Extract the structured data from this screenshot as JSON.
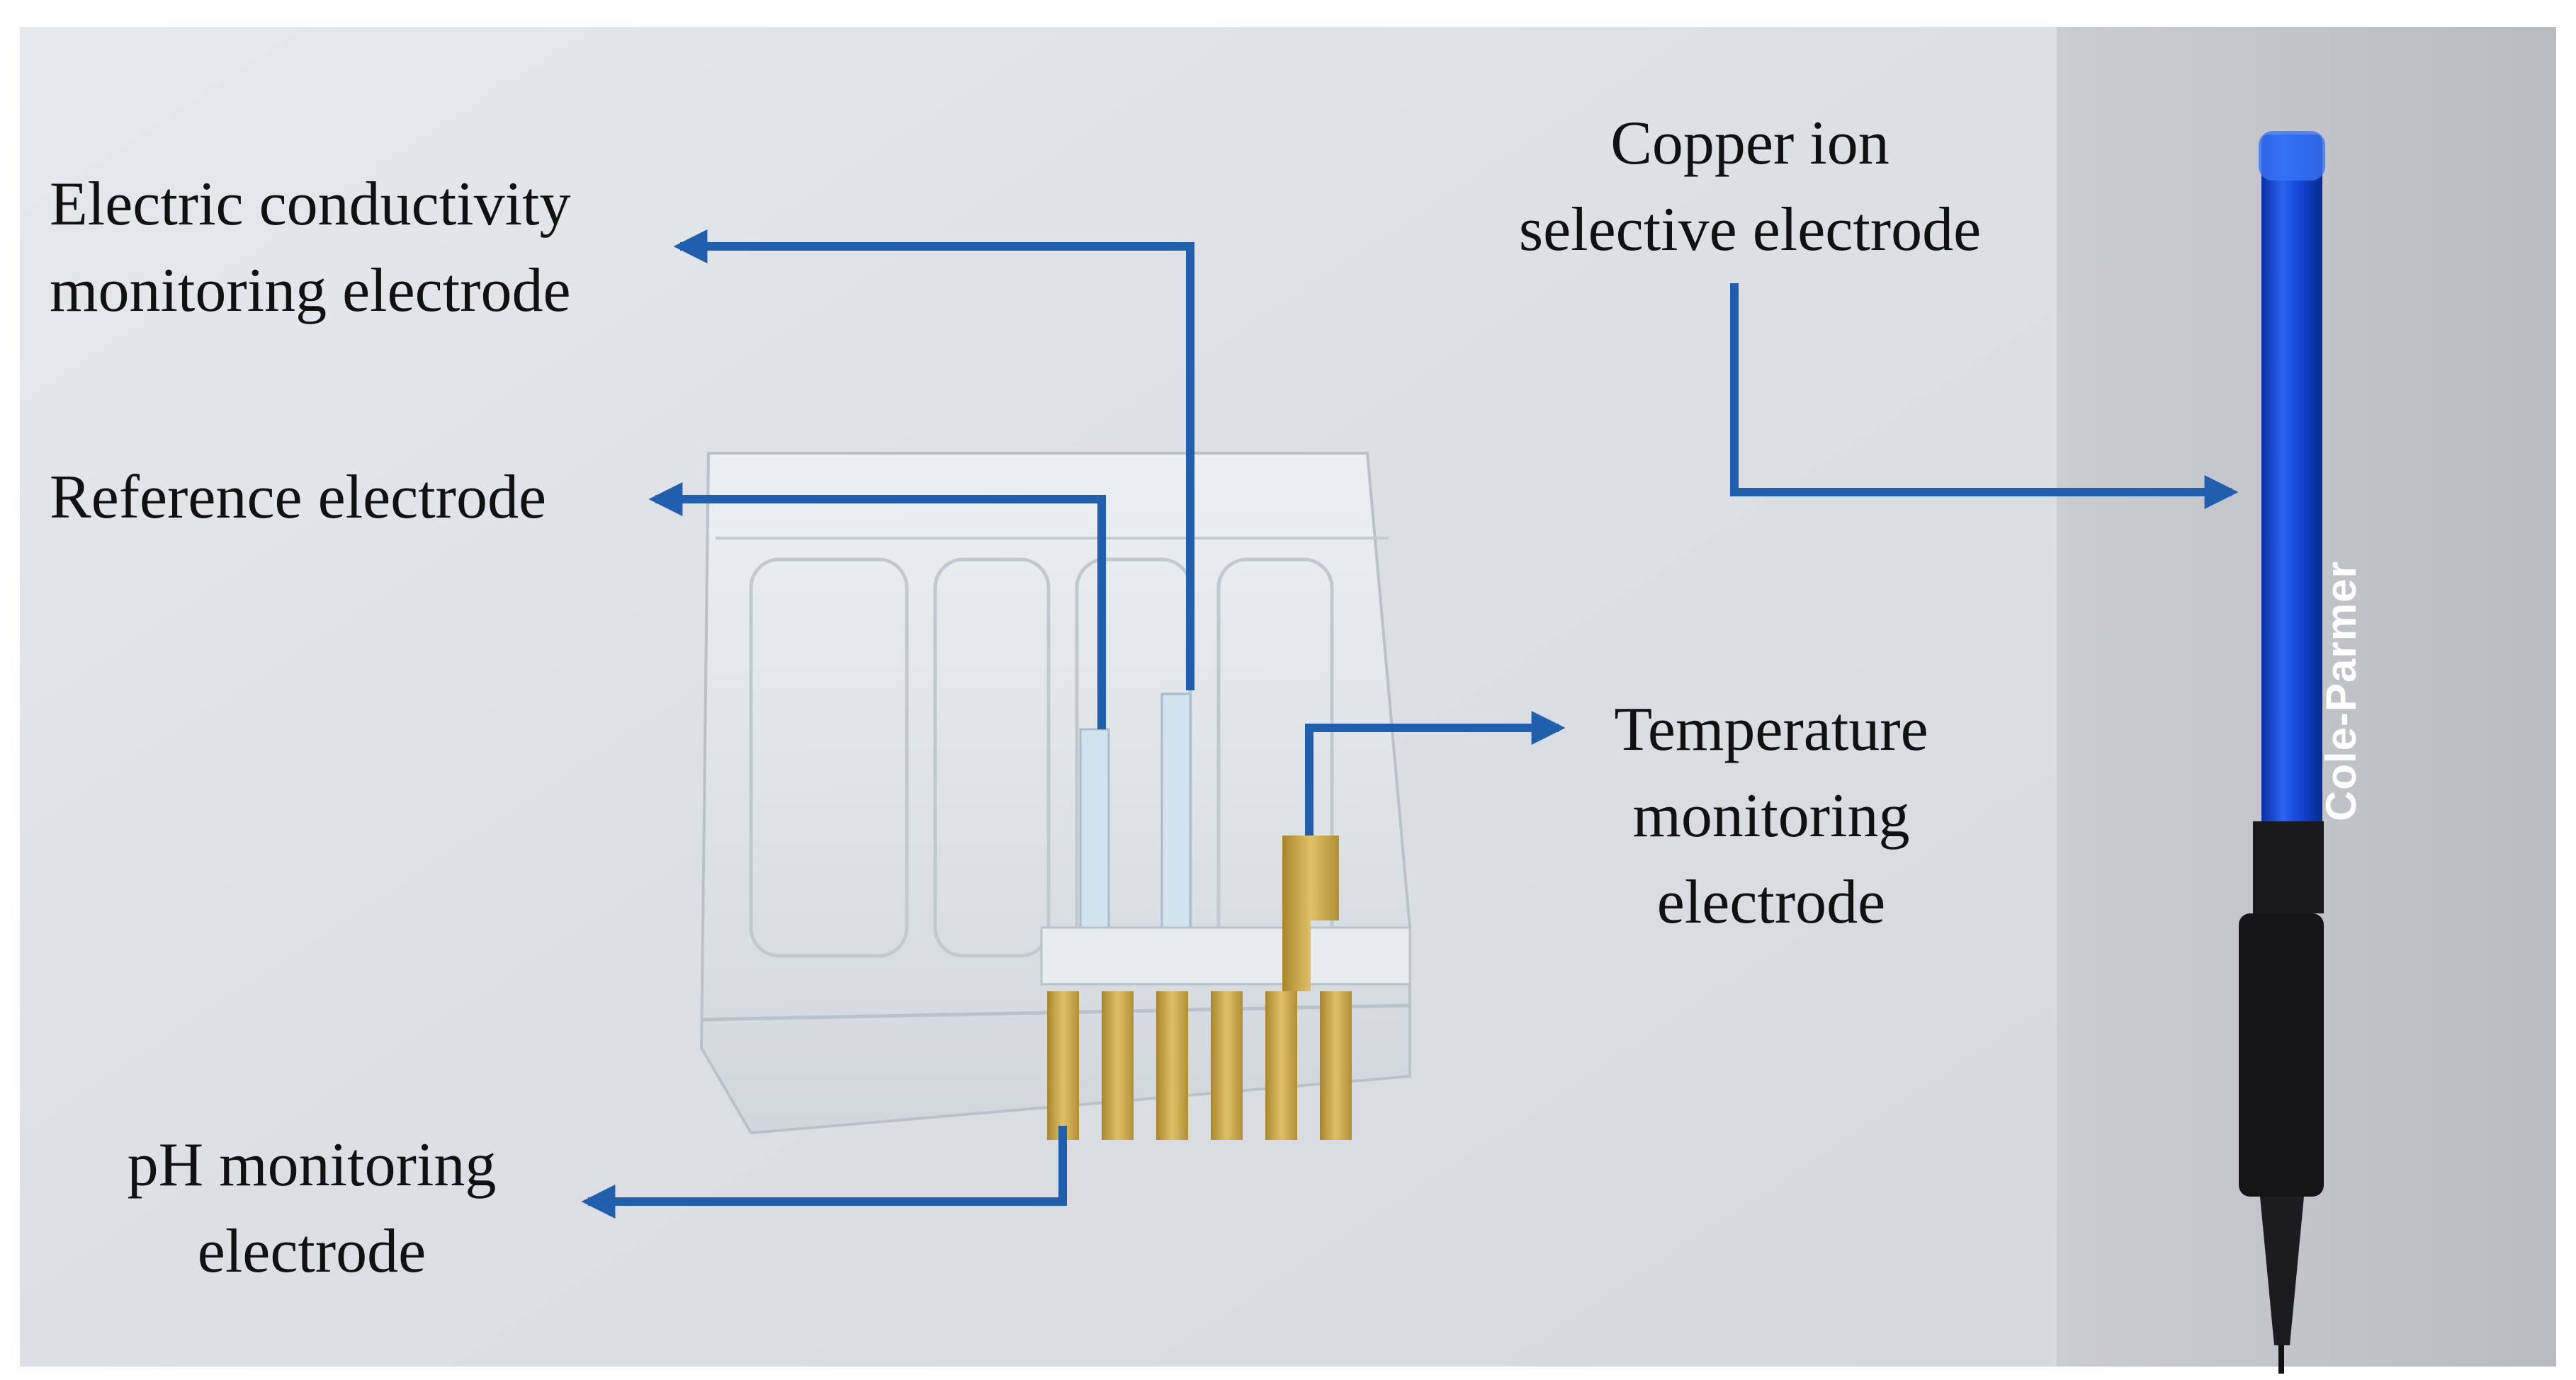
{
  "labels": {
    "conductivity": [
      "Electric conductivity",
      "monitoring electrode"
    ],
    "reference": "Reference electrode",
    "ph": [
      "pH monitoring",
      "electrode"
    ],
    "temperature": [
      "Temperature",
      "monitoring",
      "electrode"
    ],
    "copper": [
      "Copper ion",
      "selective electrode"
    ]
  },
  "probe_brand": "Cole-Parmer",
  "colors": {
    "arrow": "#1f5fad",
    "background": "#dfe3e8",
    "wall": "#c4c6cb",
    "gold": "#c9a646",
    "probe_blue": "#1446d8"
  }
}
